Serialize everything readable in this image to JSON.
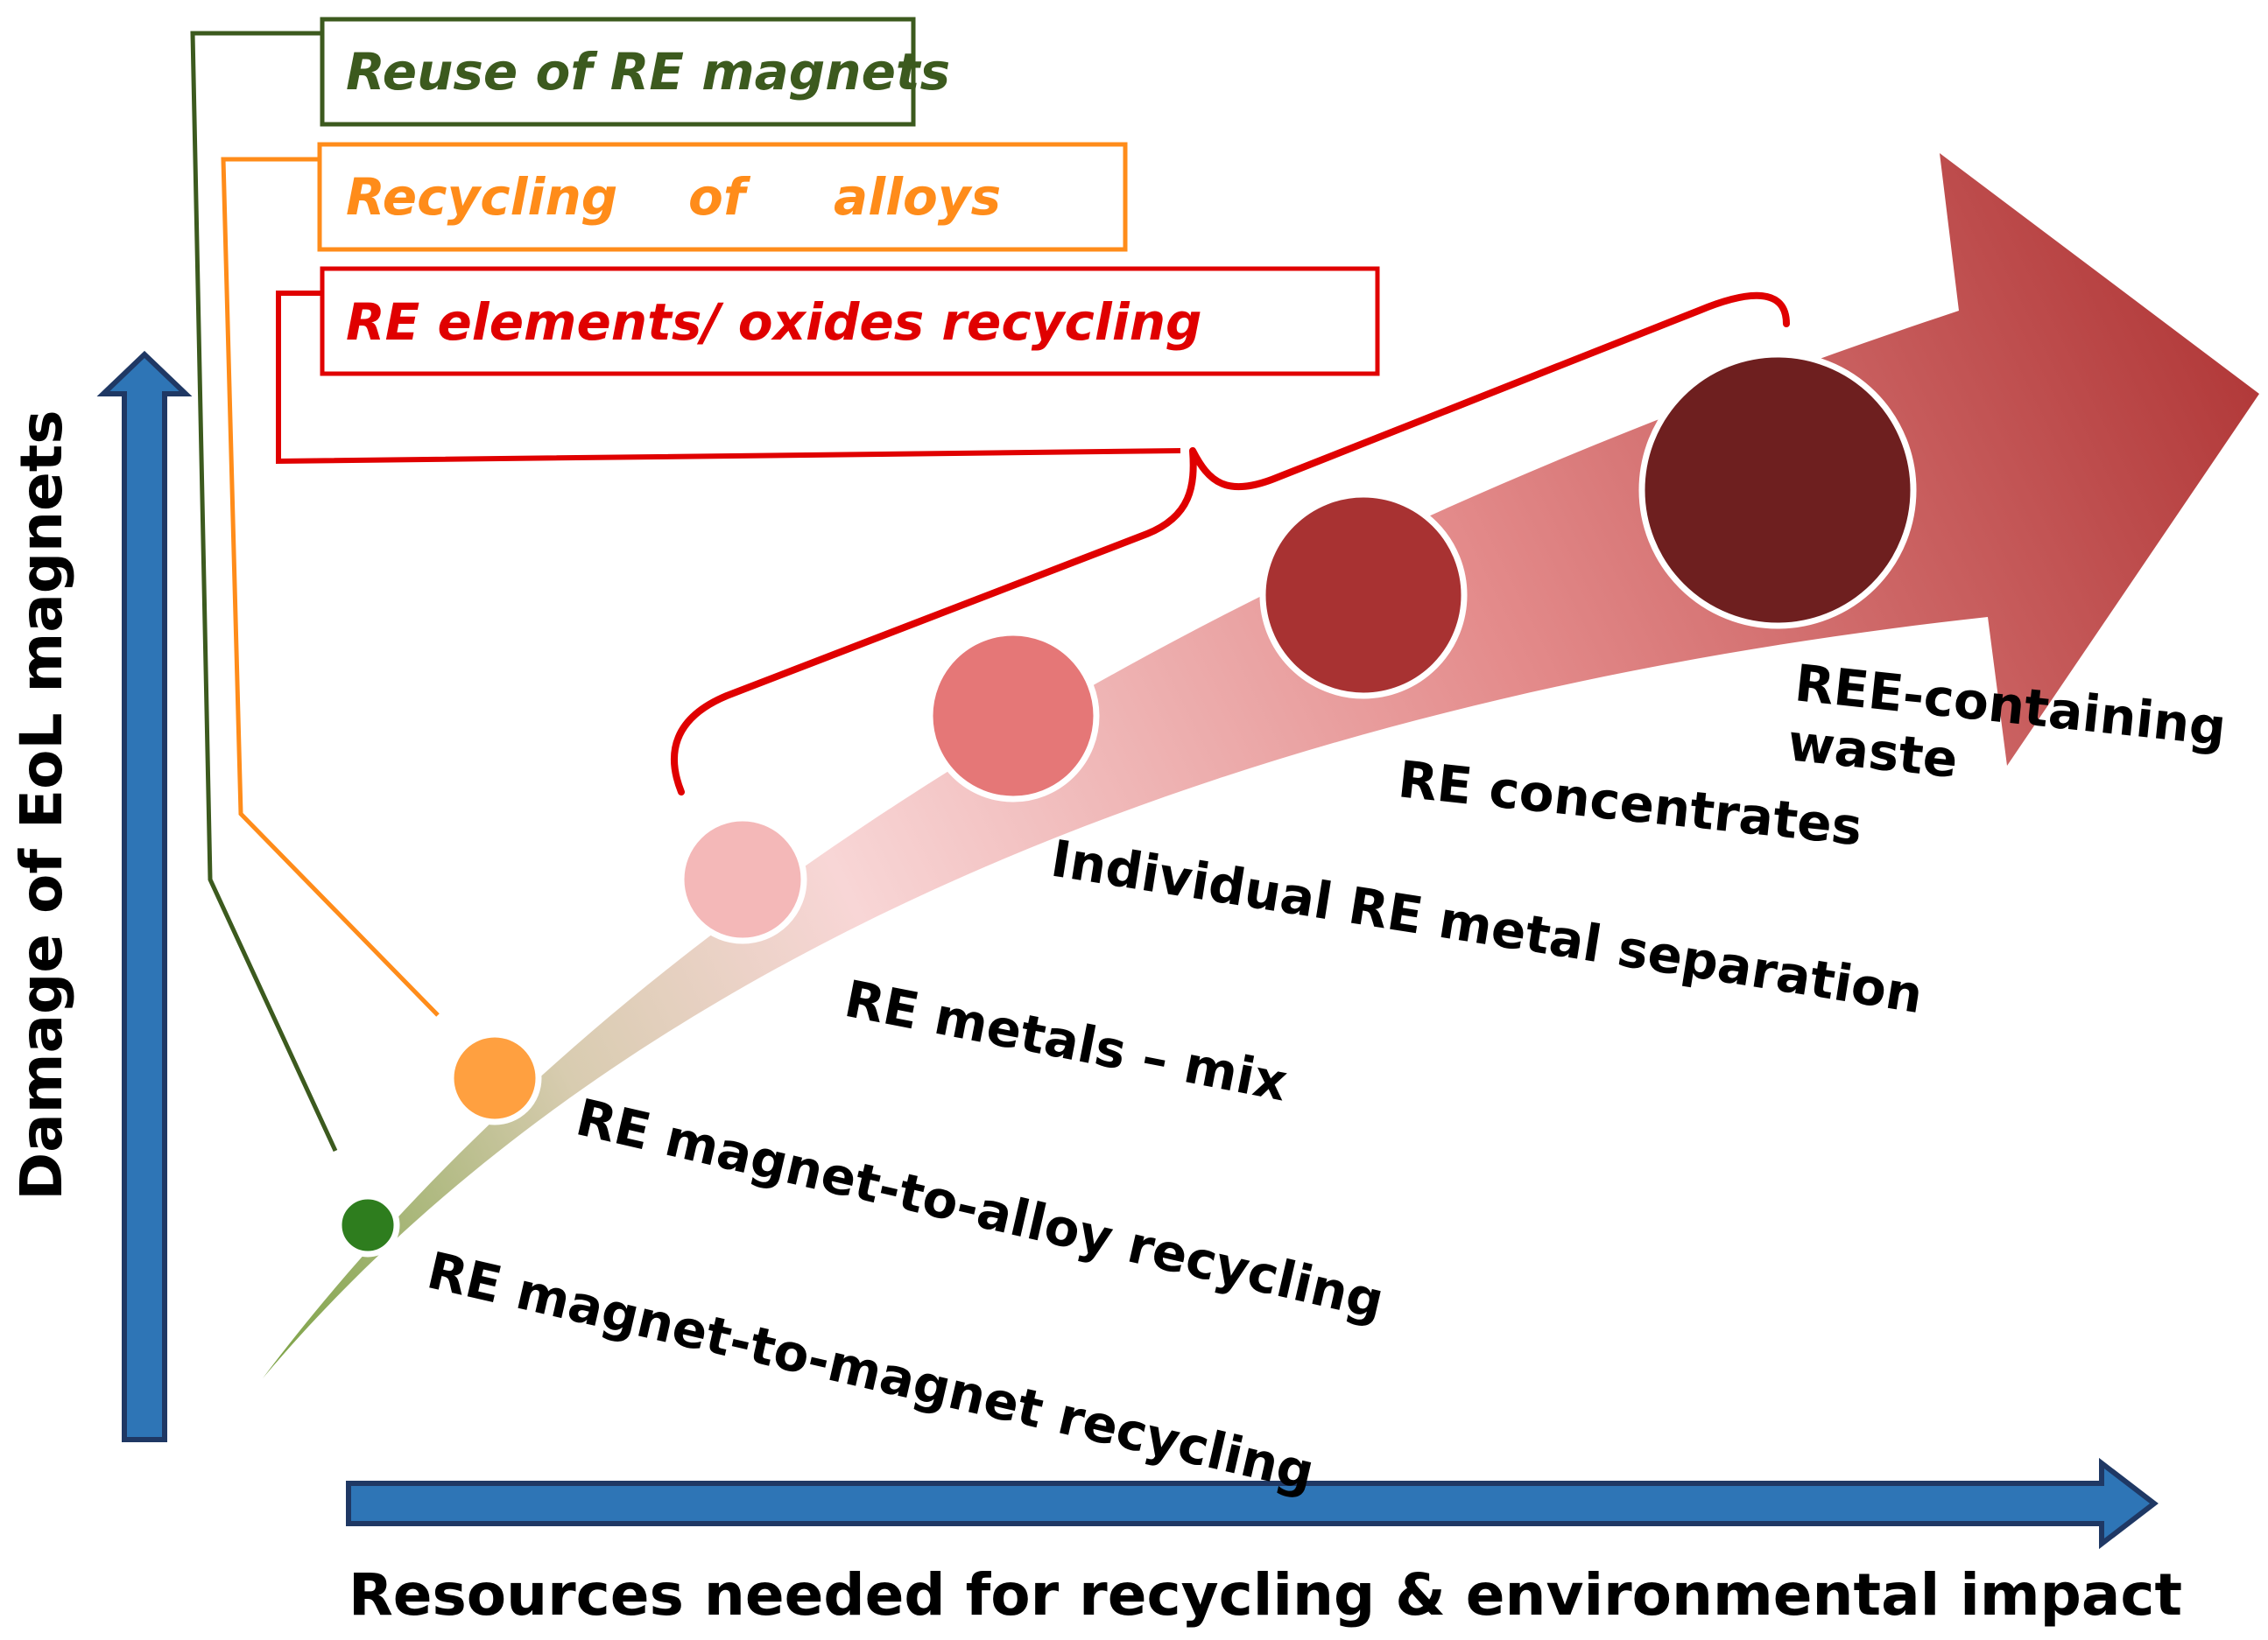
{
  "axes": {
    "y_label": "Damage of EoL magnets",
    "x_label": "Resources needed for recycling & environmental impact",
    "arrow_color": "#2e75b6",
    "arrow_outline": "#1f3864"
  },
  "categories": {
    "reuse": {
      "label": "Reuse of RE magnets",
      "color": "#3c5a1e"
    },
    "alloys": {
      "label": "Recycling    of     alloys",
      "color": "#ff8c1a"
    },
    "elements": {
      "label": "RE elements/ oxides recycling",
      "color": "#e00000"
    }
  },
  "stages": [
    {
      "label": "RE magnet-to-magnet recycling",
      "color": "#2e7d1e"
    },
    {
      "label": "RE magnet-to-alloy recycling",
      "color": "#ffa040"
    },
    {
      "label": "RE metals – mix",
      "color": "#f4b8b8"
    },
    {
      "label": "Individual RE metal separation",
      "color": "#e57777"
    },
    {
      "label": "RE concentrates",
      "color": "#a83232"
    },
    {
      "label_line1": "REE-containing",
      "label_line2": "waste",
      "color": "#6e1f1f"
    }
  ],
  "gradient": {
    "start": "#7da347",
    "mid": "#f6d0d0",
    "end": "#b23a3a"
  }
}
